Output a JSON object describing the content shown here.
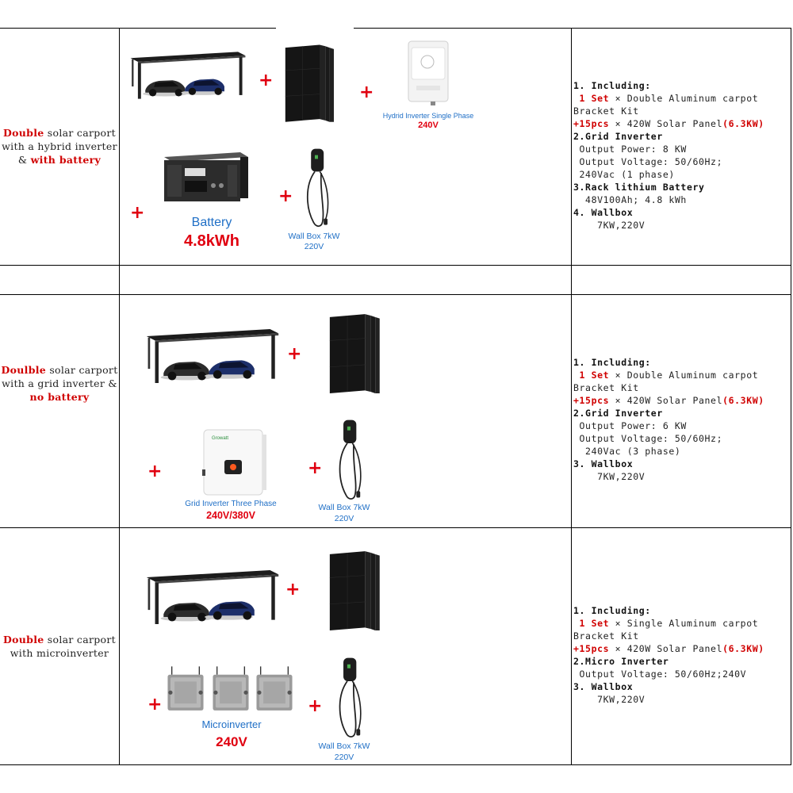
{
  "rows": [
    {
      "title_parts": [
        {
          "t": "Double",
          "red": true
        },
        {
          "t": " solar carport with a hybrid inverter & ",
          "red": false
        },
        {
          "t": "with battery",
          "red": true
        }
      ],
      "captions": {
        "inverter_name": "Hydrid Inverter Single Phase",
        "inverter_volt": "240V",
        "battery_name": "Battery",
        "battery_cap": "4.8kWh",
        "wallbox_name": "Wall Box 7kW",
        "wallbox_volt": "220V"
      },
      "spec": [
        [
          {
            "t": "1. Including:",
            "c": "b"
          }
        ],
        [
          {
            "t": " 1 Set",
            "c": "r"
          },
          {
            "t": " × Double Aluminum carpot",
            "c": ""
          }
        ],
        [
          {
            "t": "Bracket Kit",
            "c": ""
          }
        ],
        [
          {
            "t": "+15pcs",
            "c": "r"
          },
          {
            "t": " × 420W Solar Panel",
            "c": ""
          },
          {
            "t": "(6.3KW)",
            "c": "r"
          }
        ],
        [
          {
            "t": "2.Grid Inverter",
            "c": "b"
          }
        ],
        [
          {
            "t": " Output Power: 8 KW",
            "c": ""
          }
        ],
        [
          {
            "t": " Output Voltage: 50/60Hz;",
            "c": ""
          }
        ],
        [
          {
            "t": " 240Vac (1 phase)",
            "c": ""
          }
        ],
        [
          {
            "t": "3.Rack lithium Battery",
            "c": "b"
          }
        ],
        [
          {
            "t": "  48V100Ah; 4.8 kWh",
            "c": ""
          }
        ],
        [
          {
            "t": "4. Wallbox",
            "c": "b"
          }
        ],
        [
          {
            "t": "    7KW,220V",
            "c": ""
          }
        ]
      ]
    },
    {
      "title_parts": [
        {
          "t": "Doulble",
          "red": true
        },
        {
          "t": " solar carport with a grid inverter & ",
          "red": false
        },
        {
          "t": "no battery",
          "red": true
        }
      ],
      "captions": {
        "inverter_name": "Grid Inverter Three Phase",
        "inverter_volt": "240V/380V",
        "wallbox_name": "Wall Box 7kW",
        "wallbox_volt": "220V",
        "inverter_brand": "Growatt"
      },
      "spec": [
        [
          {
            "t": "1. Including:",
            "c": "b"
          }
        ],
        [
          {
            "t": " 1 Set",
            "c": "r"
          },
          {
            "t": " × Double Aluminum carpot",
            "c": ""
          }
        ],
        [
          {
            "t": "Bracket Kit",
            "c": ""
          }
        ],
        [
          {
            "t": "+15pcs",
            "c": "r"
          },
          {
            "t": " × 420W Solar Panel",
            "c": ""
          },
          {
            "t": "(6.3KW)",
            "c": "r"
          }
        ],
        [
          {
            "t": "2.Grid Inverter",
            "c": "b"
          }
        ],
        [
          {
            "t": " Output Power: 6 KW",
            "c": ""
          }
        ],
        [
          {
            "t": " Output Voltage: 50/60Hz;",
            "c": ""
          }
        ],
        [
          {
            "t": "  240Vac (3 phase)",
            "c": ""
          }
        ],
        [
          {
            "t": "3. Wallbox",
            "c": "b"
          }
        ],
        [
          {
            "t": "    7KW,220V",
            "c": ""
          }
        ]
      ]
    },
    {
      "title_parts": [
        {
          "t": "Double",
          "red": true
        },
        {
          "t": " solar carport with microinverter",
          "red": false
        }
      ],
      "captions": {
        "inverter_name": "Microinverter",
        "inverter_volt": "240V",
        "wallbox_name": "Wall Box 7kW",
        "wallbox_volt": "220V"
      },
      "spec": [
        [
          {
            "t": "1. Including:",
            "c": "b"
          }
        ],
        [
          {
            "t": " 1 Set",
            "c": "r"
          },
          {
            "t": " × Single Aluminum carpot",
            "c": ""
          }
        ],
        [
          {
            "t": "Bracket Kit",
            "c": ""
          }
        ],
        [
          {
            "t": "+15pcs",
            "c": "r"
          },
          {
            "t": " × 420W Solar Panel",
            "c": ""
          },
          {
            "t": "(6.3KW)",
            "c": "r"
          }
        ],
        [
          {
            "t": "2.Micro Inverter",
            "c": "b"
          }
        ],
        [
          {
            "t": " Output Voltage: 50/60Hz;240V",
            "c": ""
          }
        ],
        [
          {
            "t": "3. Wallbox",
            "c": "b"
          }
        ],
        [
          {
            "t": "    7KW,220V",
            "c": ""
          }
        ]
      ]
    }
  ],
  "plus_sign": "+",
  "colors": {
    "accent_red": "#e00010",
    "caption_blue": "#1f6fc6",
    "border": "#000000"
  }
}
